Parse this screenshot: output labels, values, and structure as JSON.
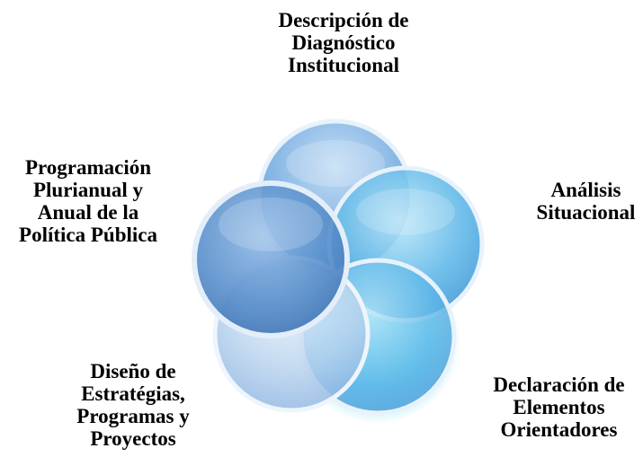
{
  "diagram": {
    "type": "cycle-of-overlapping-circles",
    "colors": {
      "circle_fill_light": "#c9def2",
      "circle_fill_mid": "#7fb2e3",
      "circle_fill_dark": "#4a86c8",
      "circle_rim": "#e8f2fb",
      "glow": "#8fe3f5"
    },
    "nodes": [
      {
        "id": "top",
        "lines": [
          "Descripción de",
          "Diagnóstico",
          "Institucional"
        ]
      },
      {
        "id": "right",
        "lines": [
          "Análisis",
          "Situacional"
        ]
      },
      {
        "id": "bottom-right",
        "lines": [
          "Declaración de",
          "Elementos",
          "Orientadores"
        ]
      },
      {
        "id": "bottom-left",
        "lines": [
          "Diseño de",
          "Estratégias,",
          "Programas y",
          "Proyectos"
        ]
      },
      {
        "id": "left",
        "lines": [
          "Programación",
          "Plurianual y",
          "Anual de la",
          "Política Pública"
        ]
      }
    ]
  }
}
